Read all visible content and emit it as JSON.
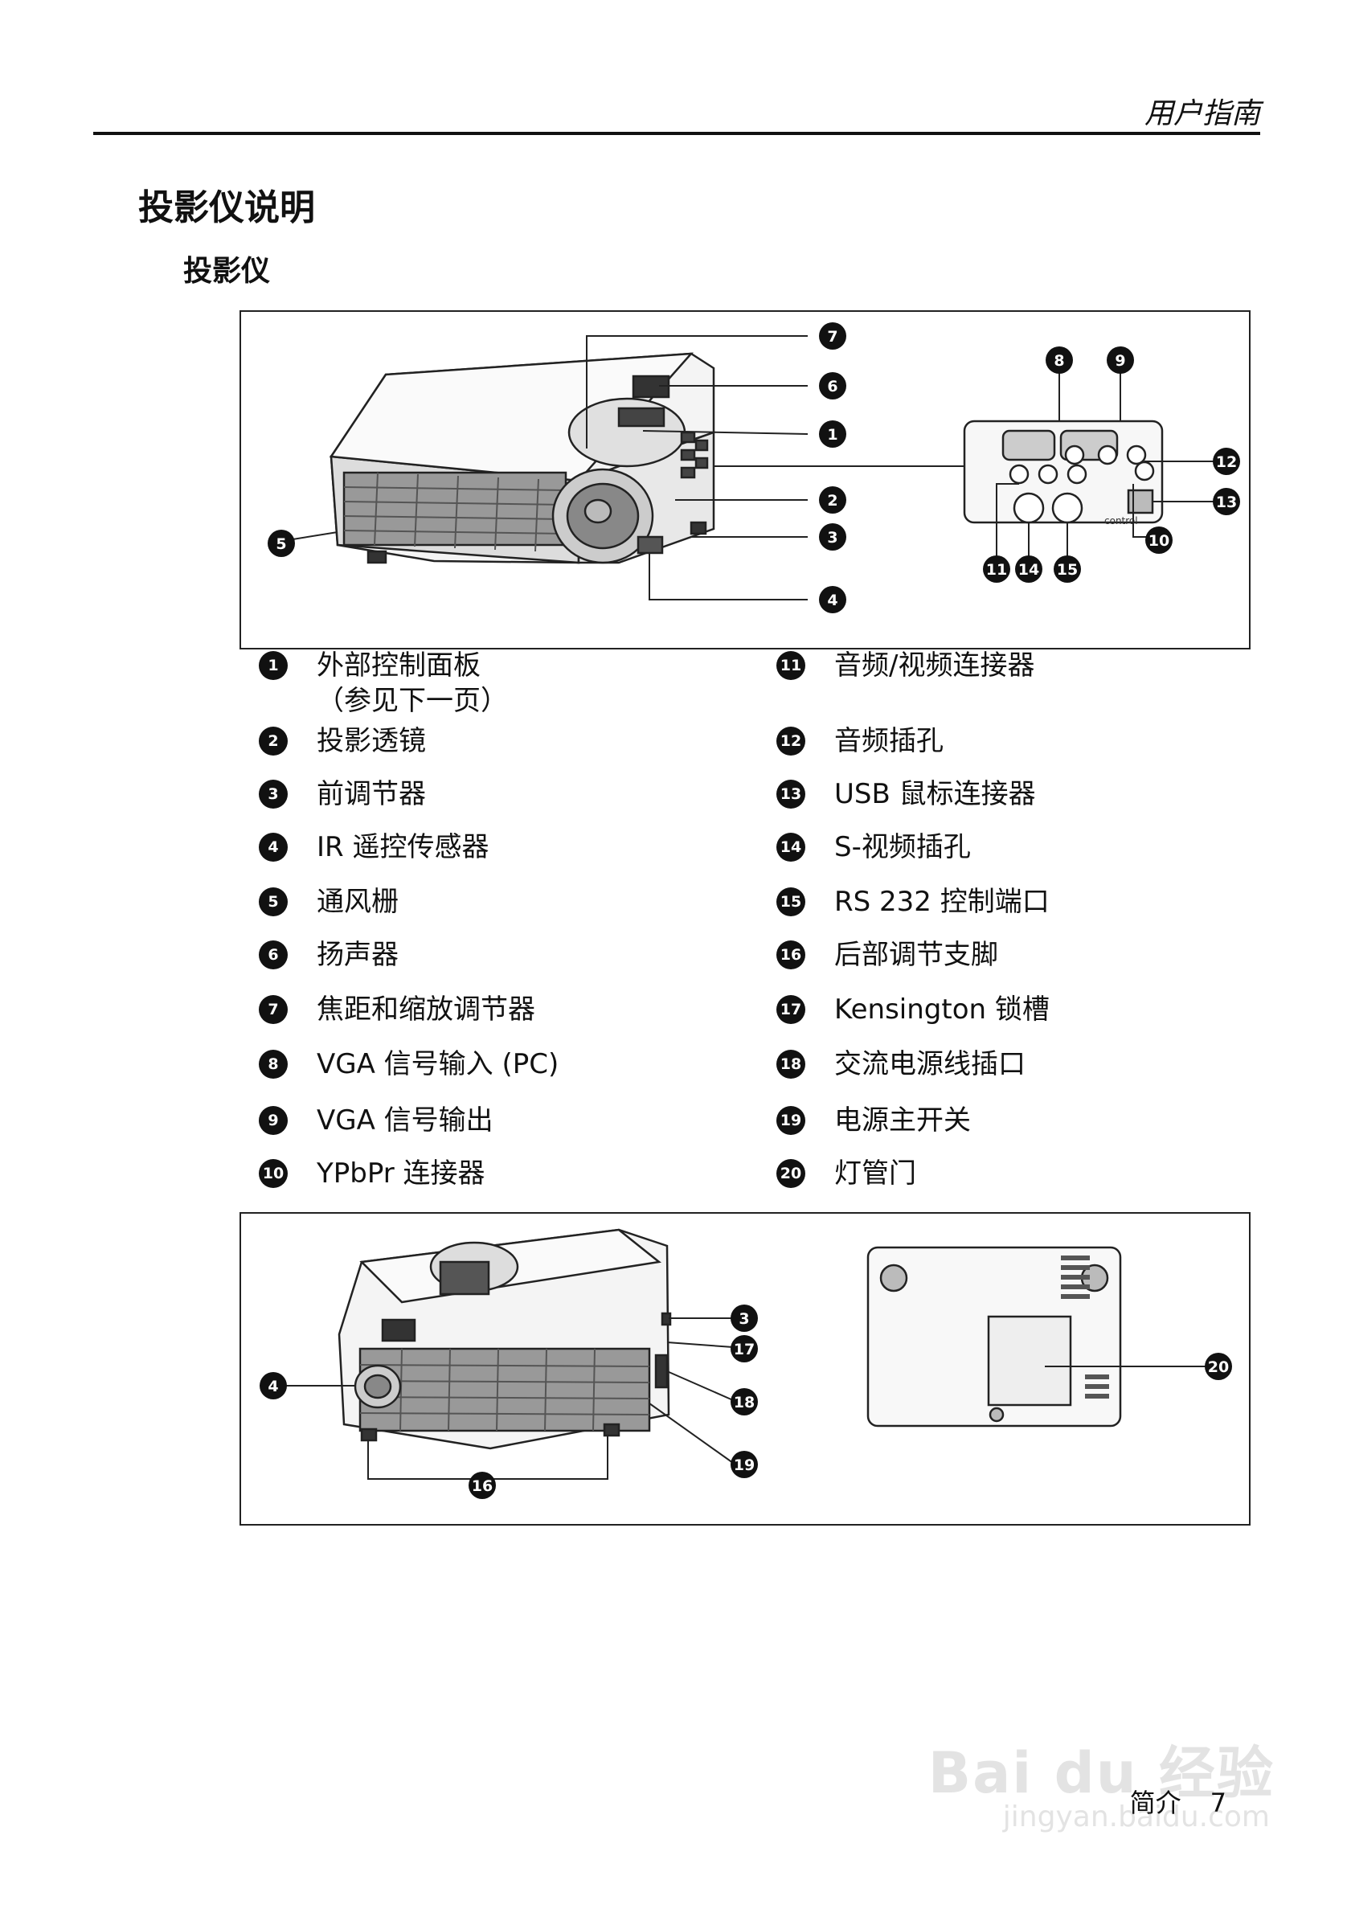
{
  "header": {
    "guide": "用户指南"
  },
  "section_title": "投影仪说明",
  "subsection_title": "投影仪",
  "legend_left": [
    {
      "num": "1",
      "label": "外部控制面板",
      "sub": "（参见下一页）"
    },
    {
      "num": "2",
      "label": "投影透镜"
    },
    {
      "num": "3",
      "label": "前调节器"
    },
    {
      "num": "4",
      "label": "IR 遥控传感器"
    },
    {
      "num": "5",
      "label": "通风栅"
    },
    {
      "num": "6",
      "label": "扬声器"
    },
    {
      "num": "7",
      "label": "焦距和缩放调节器"
    },
    {
      "num": "8",
      "label": "VGA 信号输入 (PC)"
    },
    {
      "num": "9",
      "label": "VGA 信号输出"
    },
    {
      "num": "10",
      "label": "YPbPr 连接器"
    }
  ],
  "legend_right": [
    {
      "num": "11",
      "label": "音频/视频连接器"
    },
    {
      "num": "12",
      "label": "音频插孔"
    },
    {
      "num": "13",
      "label": "USB 鼠标连接器"
    },
    {
      "num": "14",
      "label": "S-视频插孔"
    },
    {
      "num": "15",
      "label": "RS 232 控制端口"
    },
    {
      "num": "16",
      "label": "后部调节支脚"
    },
    {
      "num": "17",
      "label": "Kensington 锁槽"
    },
    {
      "num": "18",
      "label": "交流电源线插口"
    },
    {
      "num": "19",
      "label": "电源主开关"
    },
    {
      "num": "20",
      "label": "灯管门"
    }
  ],
  "figure_top_callouts": [
    "1",
    "2",
    "3",
    "4",
    "5",
    "6",
    "7",
    "8",
    "9",
    "10",
    "11",
    "12",
    "13",
    "14",
    "15"
  ],
  "figure_bottom_callouts": [
    "3",
    "4",
    "16",
    "17",
    "18",
    "19",
    "20"
  ],
  "panel_label": "control",
  "footer": {
    "section": "简介",
    "page": "7"
  },
  "watermark": {
    "brand": "Bai du 经验",
    "url": "jingyan.baidu.com"
  }
}
